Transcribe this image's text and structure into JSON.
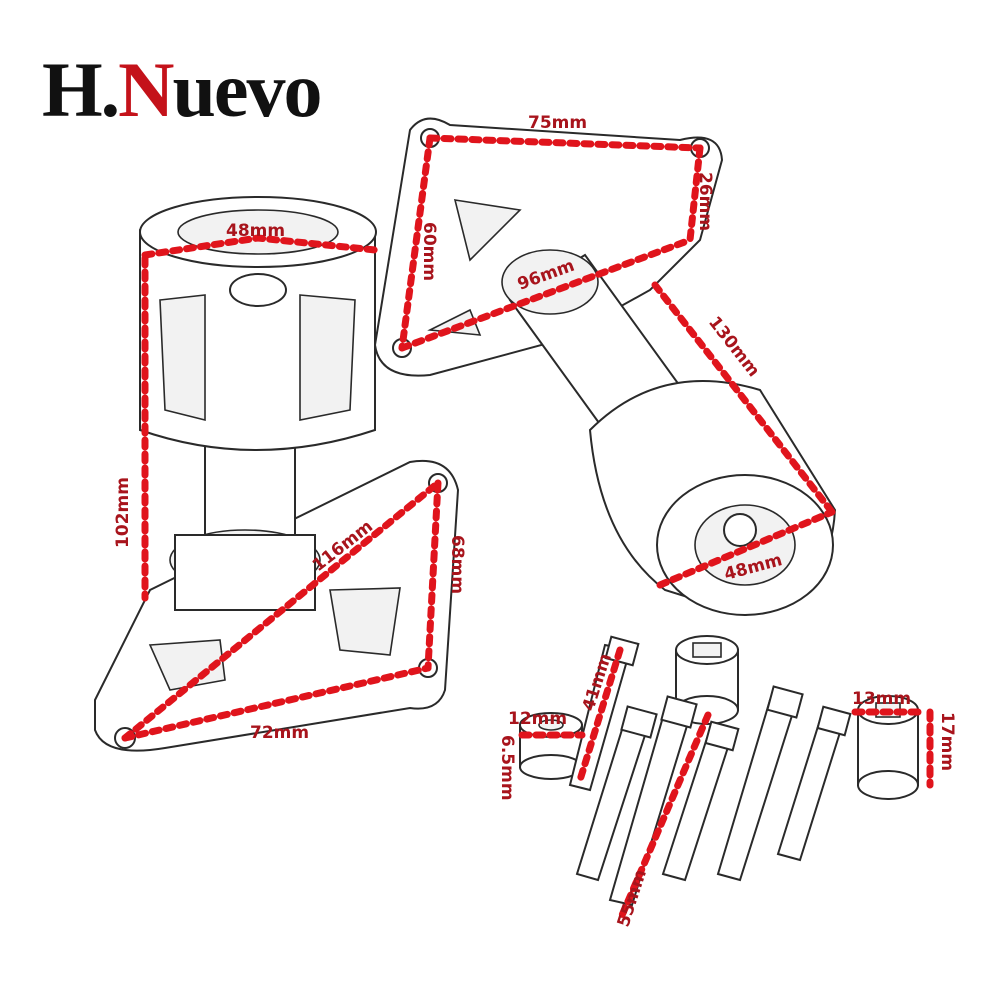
{
  "brand": {
    "part1": "H.",
    "part2": "N",
    "part3": "uevo",
    "dark_color": "#111111",
    "accent_color": "#c4121a"
  },
  "dimensions": {
    "left_top_width": "48mm",
    "left_height": "102mm",
    "left_diagonal": "116mm",
    "left_plate_height": "68mm",
    "left_plate_width": "72mm",
    "right_plate_width": "75mm",
    "right_plate_height_left": "60mm",
    "right_plate_height_right": "26mm",
    "right_diagonal": "96mm",
    "right_length": "130mm",
    "right_cap_width": "48mm",
    "washer_diameter": "12mm",
    "washer_thickness": "6.5mm",
    "short_bolt_length": "41mm",
    "long_bolt_length": "55mm",
    "spacer_diameter": "13mm",
    "spacer_height": "17mm"
  },
  "dimension_color": "#e0141c"
}
